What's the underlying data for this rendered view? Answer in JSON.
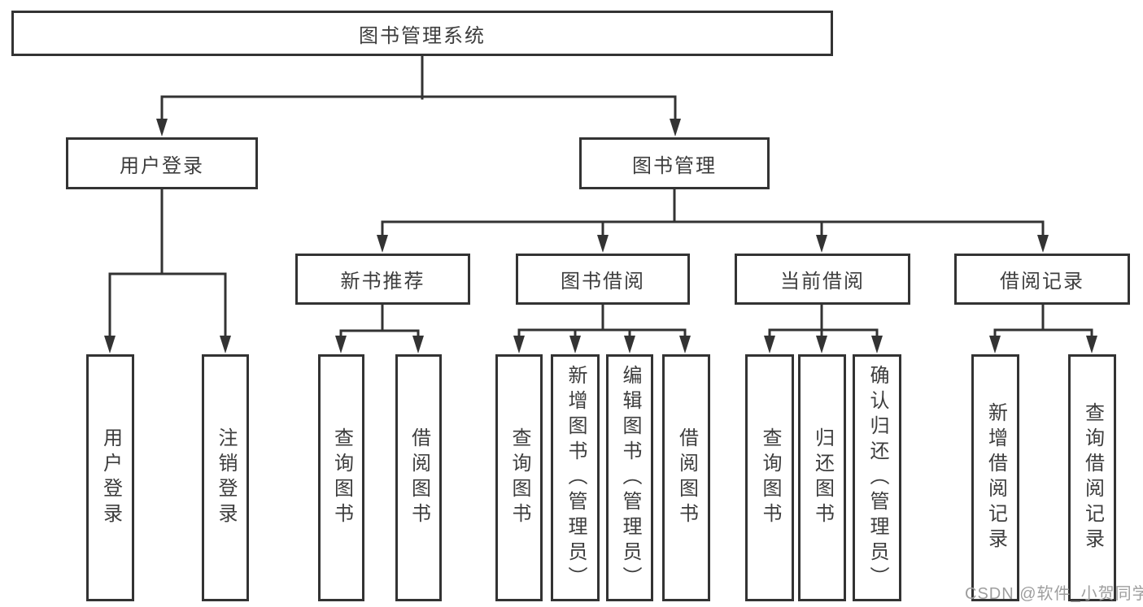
{
  "nodes": {
    "root": "图书管理系统",
    "user_login": "用户登录",
    "book_management": "图书管理",
    "new_book_recommend": "新书推荐",
    "book_borrow": "图书借阅",
    "current_borrow": "当前借阅",
    "borrow_records": "借阅记录",
    "leaf_user_login": "用户登录",
    "leaf_logout": "注销登录",
    "leaf_nb_query_book": "查询图书",
    "leaf_nb_borrow_book": "借阅图书",
    "leaf_bb_query_book": "查询图书",
    "leaf_bb_add_book_admin": "新增图书（管理员）",
    "leaf_bb_edit_book_admin": "编辑图书（管理员）",
    "leaf_bb_borrow_book": "借阅图书",
    "leaf_cb_query_book": "查询图书",
    "leaf_cb_return_book": "归还图书",
    "leaf_cb_confirm_return_admin": "确认归还（管理员）",
    "leaf_br_add_record": "新增借阅记录",
    "leaf_br_query_record": "查询借阅记录"
  },
  "watermark": "CSDN @软件_小贺同学",
  "colors": {
    "line": "#333333",
    "box_border": "#333333",
    "text": "#3d3d3d",
    "watermark": "#9e9e9e",
    "background": "#ffffff"
  }
}
